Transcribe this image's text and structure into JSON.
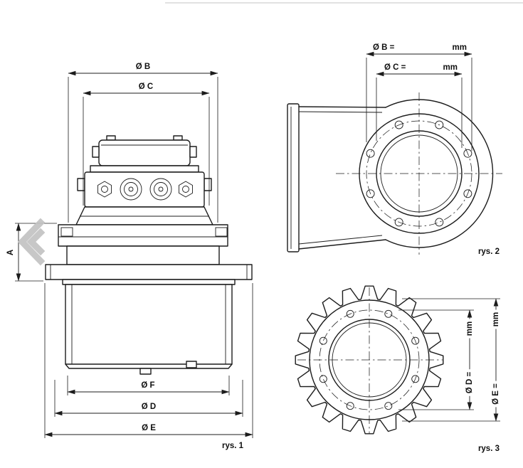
{
  "figure1": {
    "caption": "rys. 1",
    "dims": {
      "b": "Ø B",
      "c": "Ø C",
      "f": "Ø F",
      "d": "Ø D",
      "e": "Ø E",
      "a": "A"
    }
  },
  "figure2": {
    "caption": "rys. 2",
    "dim_b_label": "Ø B =",
    "dim_b_unit": "mm",
    "dim_c_label": "Ø C =",
    "dim_c_unit": "mm"
  },
  "figure3": {
    "caption": "rys. 3",
    "dim_d_label": "Ø D =",
    "dim_d_unit": "mm",
    "dim_e_label": "Ø E =",
    "dim_e_unit": "mm"
  }
}
